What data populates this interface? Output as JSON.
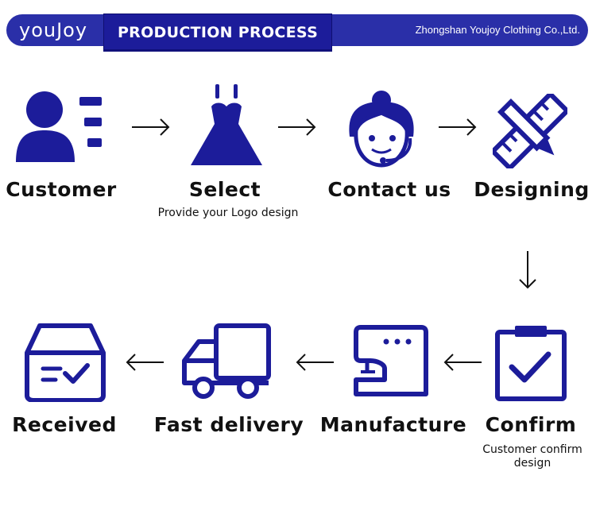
{
  "header": {
    "logo_text": "youJoy",
    "title": "PRODUCTION PROCESS",
    "company": "Zhongshan Youjoy Clothing Co.,Ltd."
  },
  "colors": {
    "primary": "#1c1c9a",
    "header_bar": "#2a2fa8",
    "text": "#111111",
    "background": "#ffffff"
  },
  "steps": [
    {
      "label": "Customer",
      "icon": "customer-profile-icon"
    },
    {
      "label": "Select",
      "sub": "Provide your Logo design",
      "icon": "dress-icon"
    },
    {
      "label": "Contact us",
      "icon": "customer-service-headset-icon"
    },
    {
      "label": "Designing",
      "icon": "ruler-pencil-icon"
    },
    {
      "label": "Confirm",
      "sub": "Customer confirm design",
      "icon": "clipboard-check-icon"
    },
    {
      "label": "Manufacture",
      "icon": "sewing-machine-icon"
    },
    {
      "label": "Fast delivery",
      "icon": "delivery-truck-icon"
    },
    {
      "label": "Received",
      "icon": "received-box-icon"
    }
  ]
}
